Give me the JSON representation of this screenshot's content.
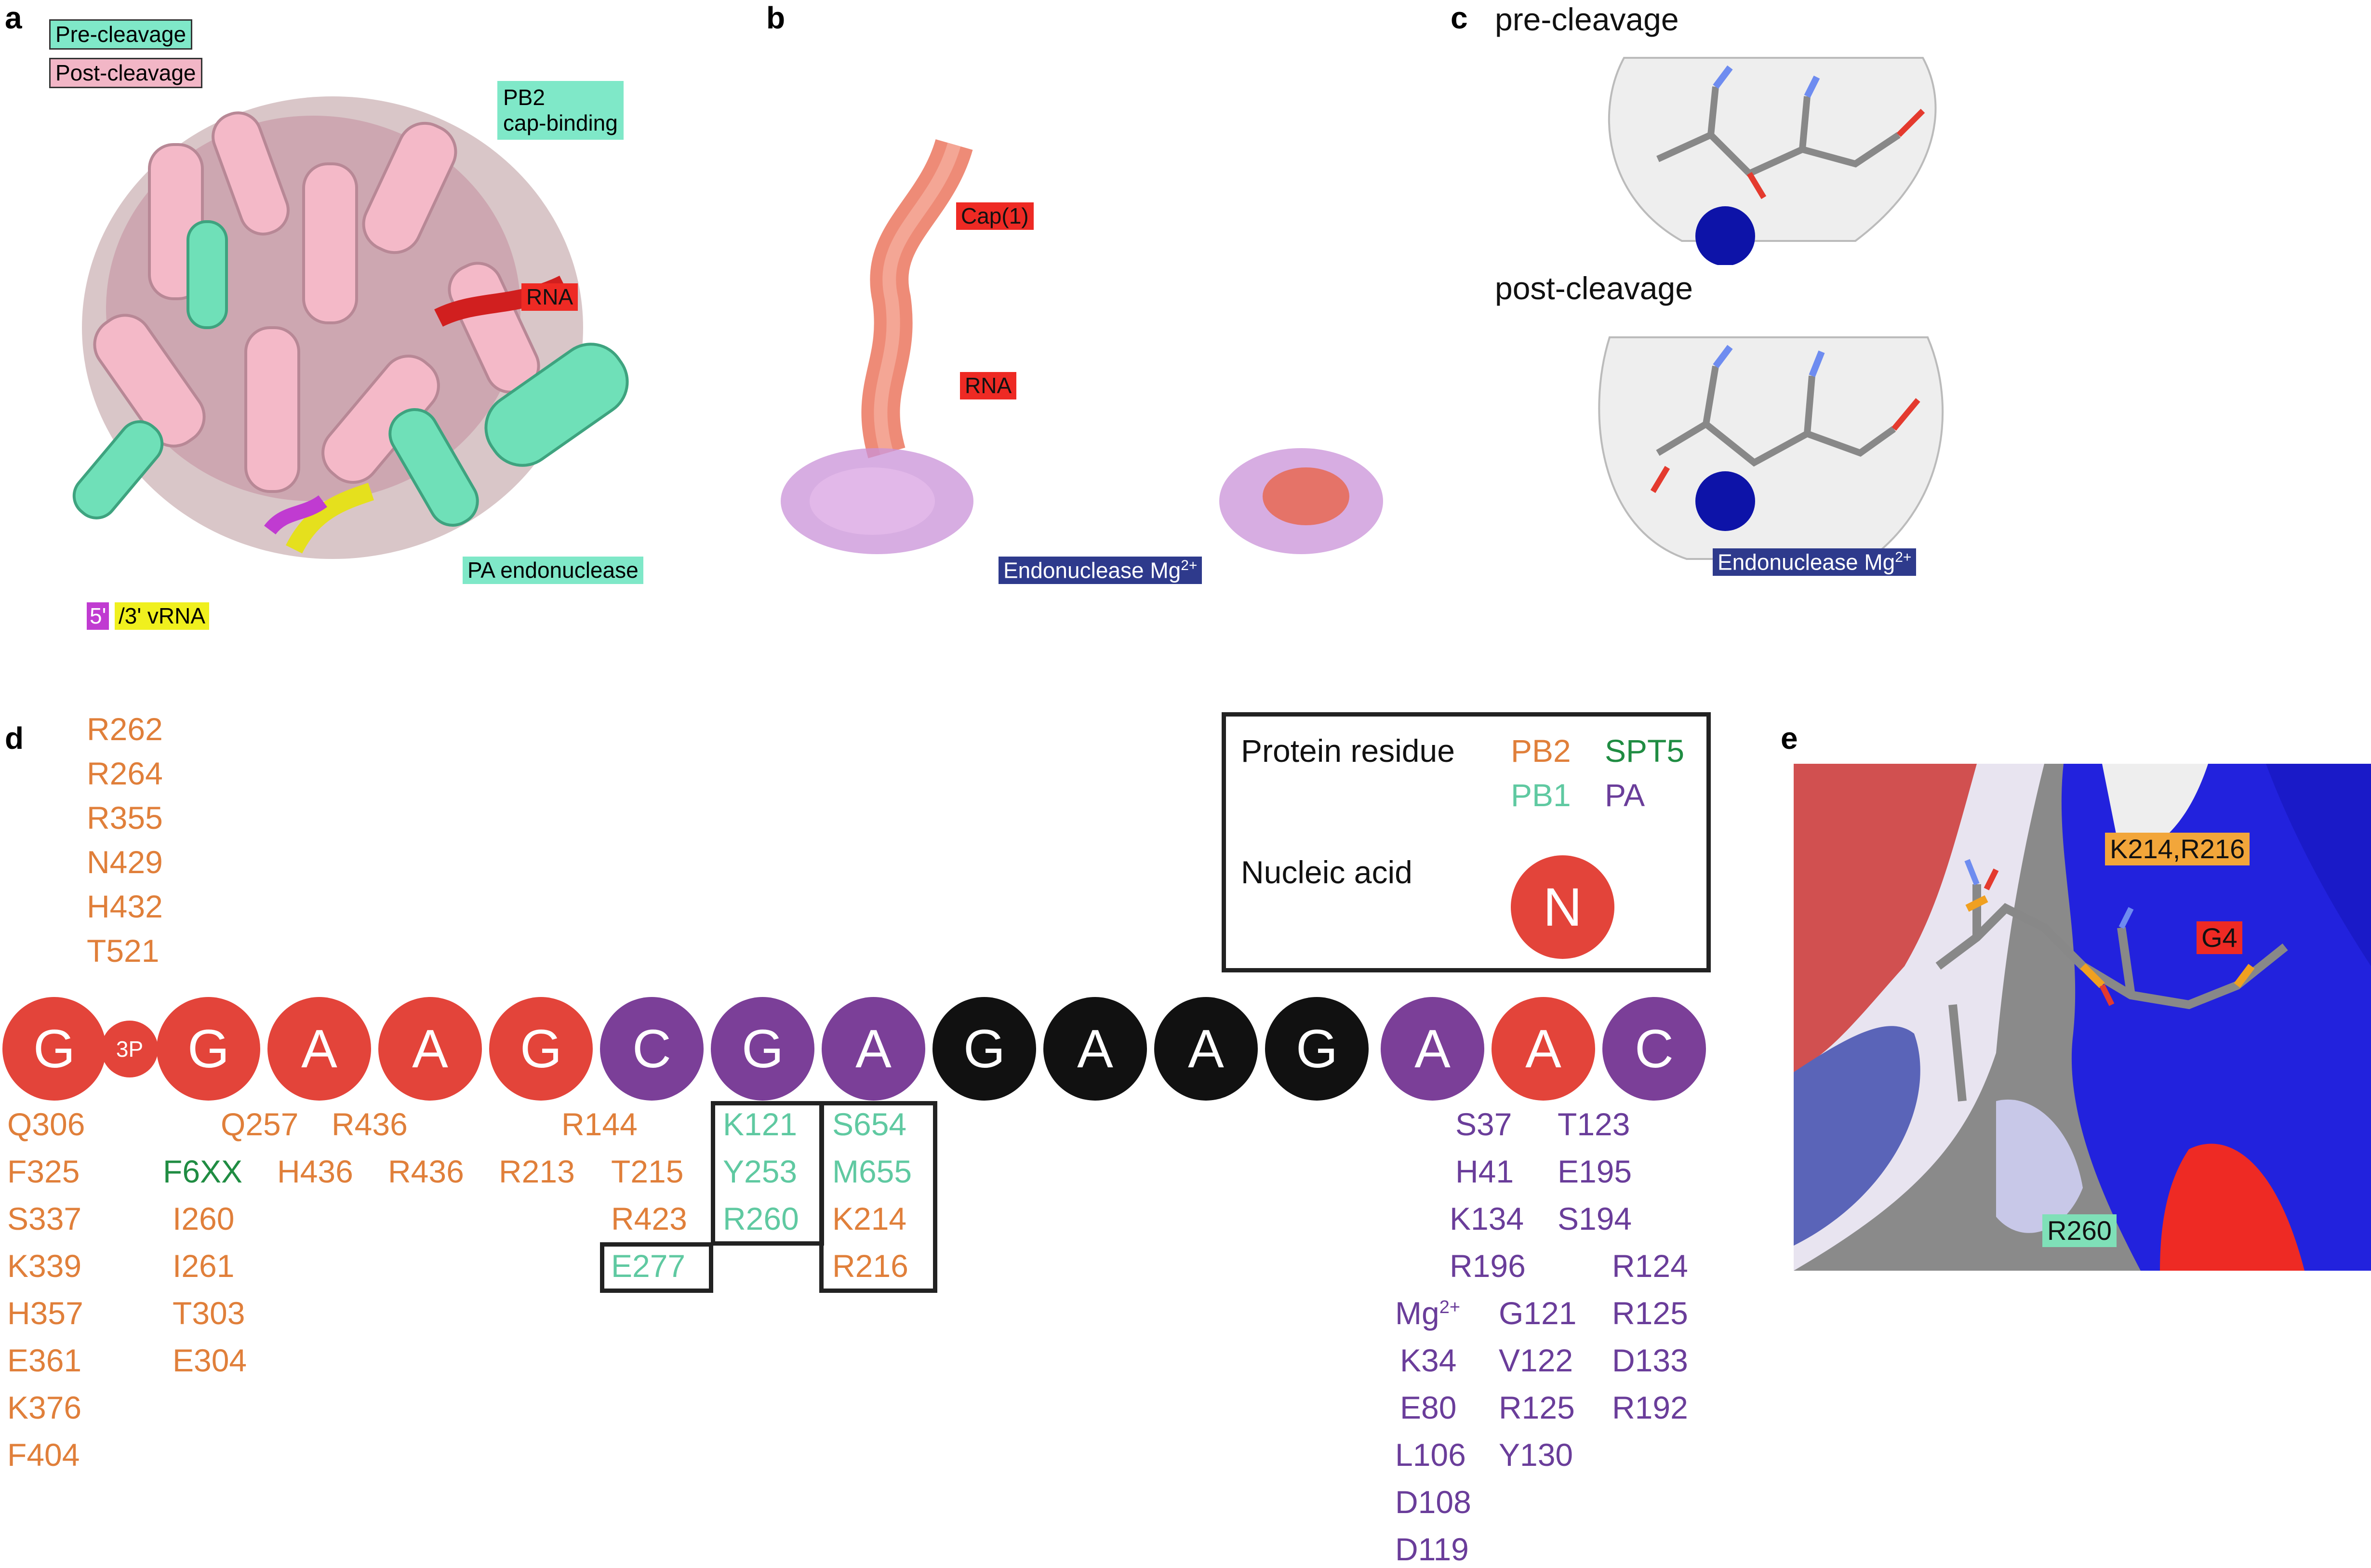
{
  "panels": {
    "a": {
      "letter": "a",
      "labels": {
        "pre": "Pre-cleavage",
        "post": "Post-cleavage",
        "pb2_1": "PB2",
        "pb2_2": "cap-binding",
        "rna": "RNA",
        "pa": "PA endonuclease",
        "vrna5": "5'",
        "vrna3": "/3' vRNA"
      }
    },
    "b": {
      "letter": "b",
      "labels": {
        "cap": "Cap(1)",
        "rna": "RNA",
        "mg": "Endonuclease Mg",
        "mg_sup": "2+"
      }
    },
    "c": {
      "letter": "c",
      "labels": {
        "pre": "pre-cleavage",
        "post": "post-cleavage",
        "mg": "Endonuclease Mg",
        "mg_sup": "2+"
      }
    },
    "d": {
      "letter": "d",
      "legend": {
        "protein_residue": "Protein residue",
        "pb2": "PB2",
        "spt5": "SPT5",
        "pb1": "PB1",
        "pa": "PA",
        "nucleic_acid": "Nucleic acid",
        "n_symbol": "N"
      },
      "top_residues": [
        "R262",
        "R264",
        "R355",
        "N429",
        "H432",
        "T521"
      ],
      "phosphate_label": "3P",
      "nucleotides": [
        "G",
        "G",
        "A",
        "A",
        "G",
        "C",
        "G",
        "A",
        "G",
        "A",
        "A",
        "G",
        "A",
        "A",
        "C"
      ],
      "residues": {
        "col1": [
          "Q306",
          "F325",
          "S337",
          "K339",
          "H357",
          "E361",
          "K376",
          "F404"
        ],
        "col2a": [
          "Q257"
        ],
        "col2b": [
          "F6XX"
        ],
        "col2c": [
          "I260",
          "I261",
          "T303",
          "E304"
        ],
        "col3a": [
          "R436"
        ],
        "col3b": [
          "H436"
        ],
        "col4": [
          "R436"
        ],
        "col5a": [
          "R144"
        ],
        "col5b": [
          "R213"
        ],
        "col6": [
          "T215",
          "R423"
        ],
        "col6box": [
          "E277"
        ],
        "col7": [
          "K121",
          "Y253",
          "R260"
        ],
        "col8pb1": [
          "S654",
          "M655"
        ],
        "col8pb2": [
          "K214",
          "R216"
        ],
        "pa1": [
          "S37",
          "H41",
          "K134",
          "R196"
        ],
        "pa_mg": "Mg",
        "pa_mg_sup": "2+",
        "pa2": [
          "K34",
          "E80",
          "L106",
          "D108",
          "D119"
        ],
        "pa3": [
          "G121",
          "V122",
          "R125",
          "Y130"
        ],
        "pa4": [
          "T123",
          "E195",
          "S194"
        ],
        "pa5": [
          "R124",
          "R125",
          "D133",
          "R192"
        ]
      }
    },
    "e": {
      "letter": "e",
      "labels": {
        "k": "K214,R216",
        "g4": "G4",
        "r260": "R260"
      }
    }
  },
  "colors": {
    "teal_tag": "#7fe8c8",
    "pink_tag": "#f2b6c6",
    "red_tag": "#ee2a24",
    "blue_tag": "#2e3a8c",
    "orange_tag": "#f2a63a",
    "red_nuc": "#e3443a",
    "purple_nuc": "#7b3f98",
    "black_nuc": "#111111"
  }
}
